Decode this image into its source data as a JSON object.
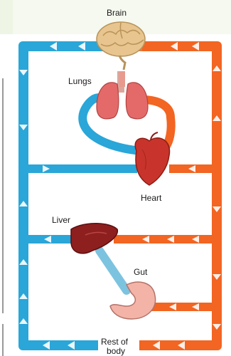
{
  "labels": {
    "brain": "Brain",
    "lungs": "Lungs",
    "heart": "Heart",
    "liver": "Liver",
    "gut": "Gut",
    "rest_line1": "Rest of",
    "rest_line2": "body"
  },
  "colors": {
    "deoxygenated": "#2aa6d8",
    "oxygenated": "#f26522",
    "background_panel": "#eef5e4",
    "organ_heart": "#c8342b",
    "organ_liver": "#8e1f1f",
    "organ_lungs": "#e46a6a",
    "organ_brain": "#e8c58e",
    "organ_gut": "#f3b3a6"
  }
}
